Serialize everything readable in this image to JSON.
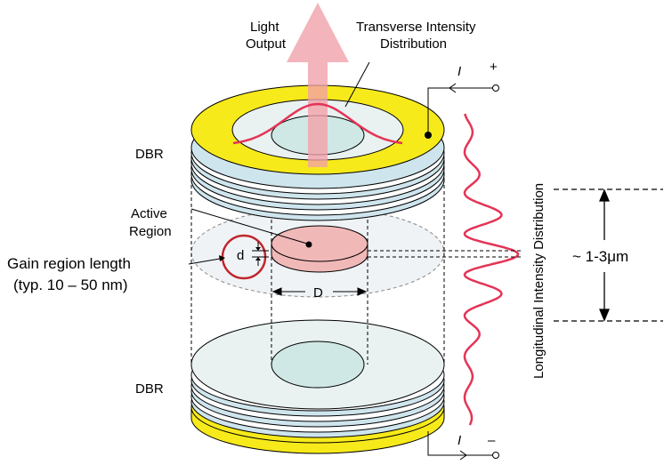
{
  "labels": {
    "light_output_line1": "Light",
    "light_output_line2": "Output",
    "transverse_line1": "Transverse Intensity",
    "transverse_line2": "Distribution",
    "dbr_top": "DBR",
    "dbr_bottom": "DBR",
    "active_line1": "Active",
    "active_line2": "Region",
    "gain_line1": "Gain region length",
    "gain_line2": "(typ. 10 – 50 nm)",
    "d_small": "d",
    "d_large": "D",
    "longitudinal": "Longitudinal Intensity Distribution",
    "thickness": "~ 1-3μm",
    "current_top": "I",
    "current_bottom": "I",
    "plus": "+",
    "minus": "–"
  },
  "colors": {
    "contact_yellow": "#f7ea1b",
    "mirror_layer": "#cfe5ee",
    "mirror_light": "#e9f1f1",
    "aperture": "#cfe8e5",
    "active_pink": "#f1b8b8",
    "beam_pink": "#f2a0a8",
    "wave_red": "#e43456",
    "gain_circle": "#c0262c",
    "line_dark": "#000000"
  }
}
